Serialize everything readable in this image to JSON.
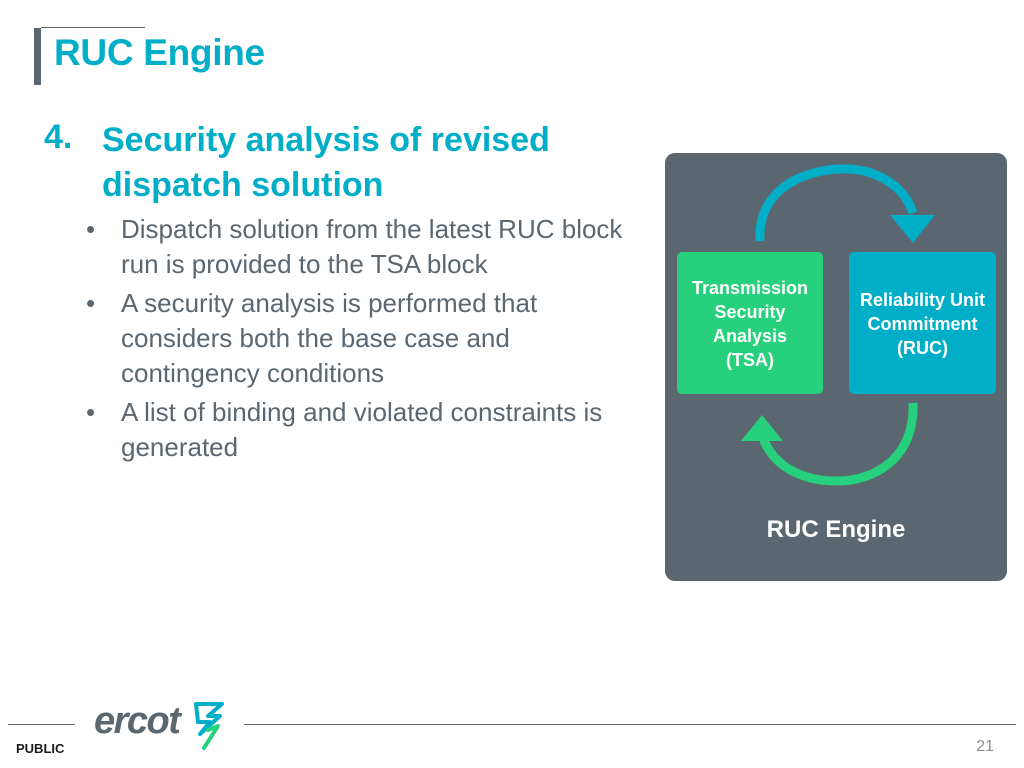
{
  "slide": {
    "title": "RUC Engine",
    "heading_number": "4.",
    "heading_line1": "Security analysis of revised",
    "heading_line2": "dispatch solution",
    "bullets": [
      "Dispatch solution from the latest RUC block run is provided to the TSA block",
      "A security analysis is performed that considers both the base case and contingency conditions",
      "A list of binding and violated constraints is generated"
    ]
  },
  "diagram": {
    "tsa_lines": [
      "Transmission",
      "Security",
      "Analysis",
      "(TSA)"
    ],
    "ruc_lines": [
      "Reliability Unit",
      "Commitment",
      "(RUC)"
    ],
    "engine_label": "RUC Engine",
    "colors": {
      "panel": "#5b6770",
      "tsa": "#26d07c",
      "ruc": "#00aec7"
    }
  },
  "footer": {
    "logo_text": "ercot",
    "classification": "PUBLIC",
    "page_number": "21"
  }
}
